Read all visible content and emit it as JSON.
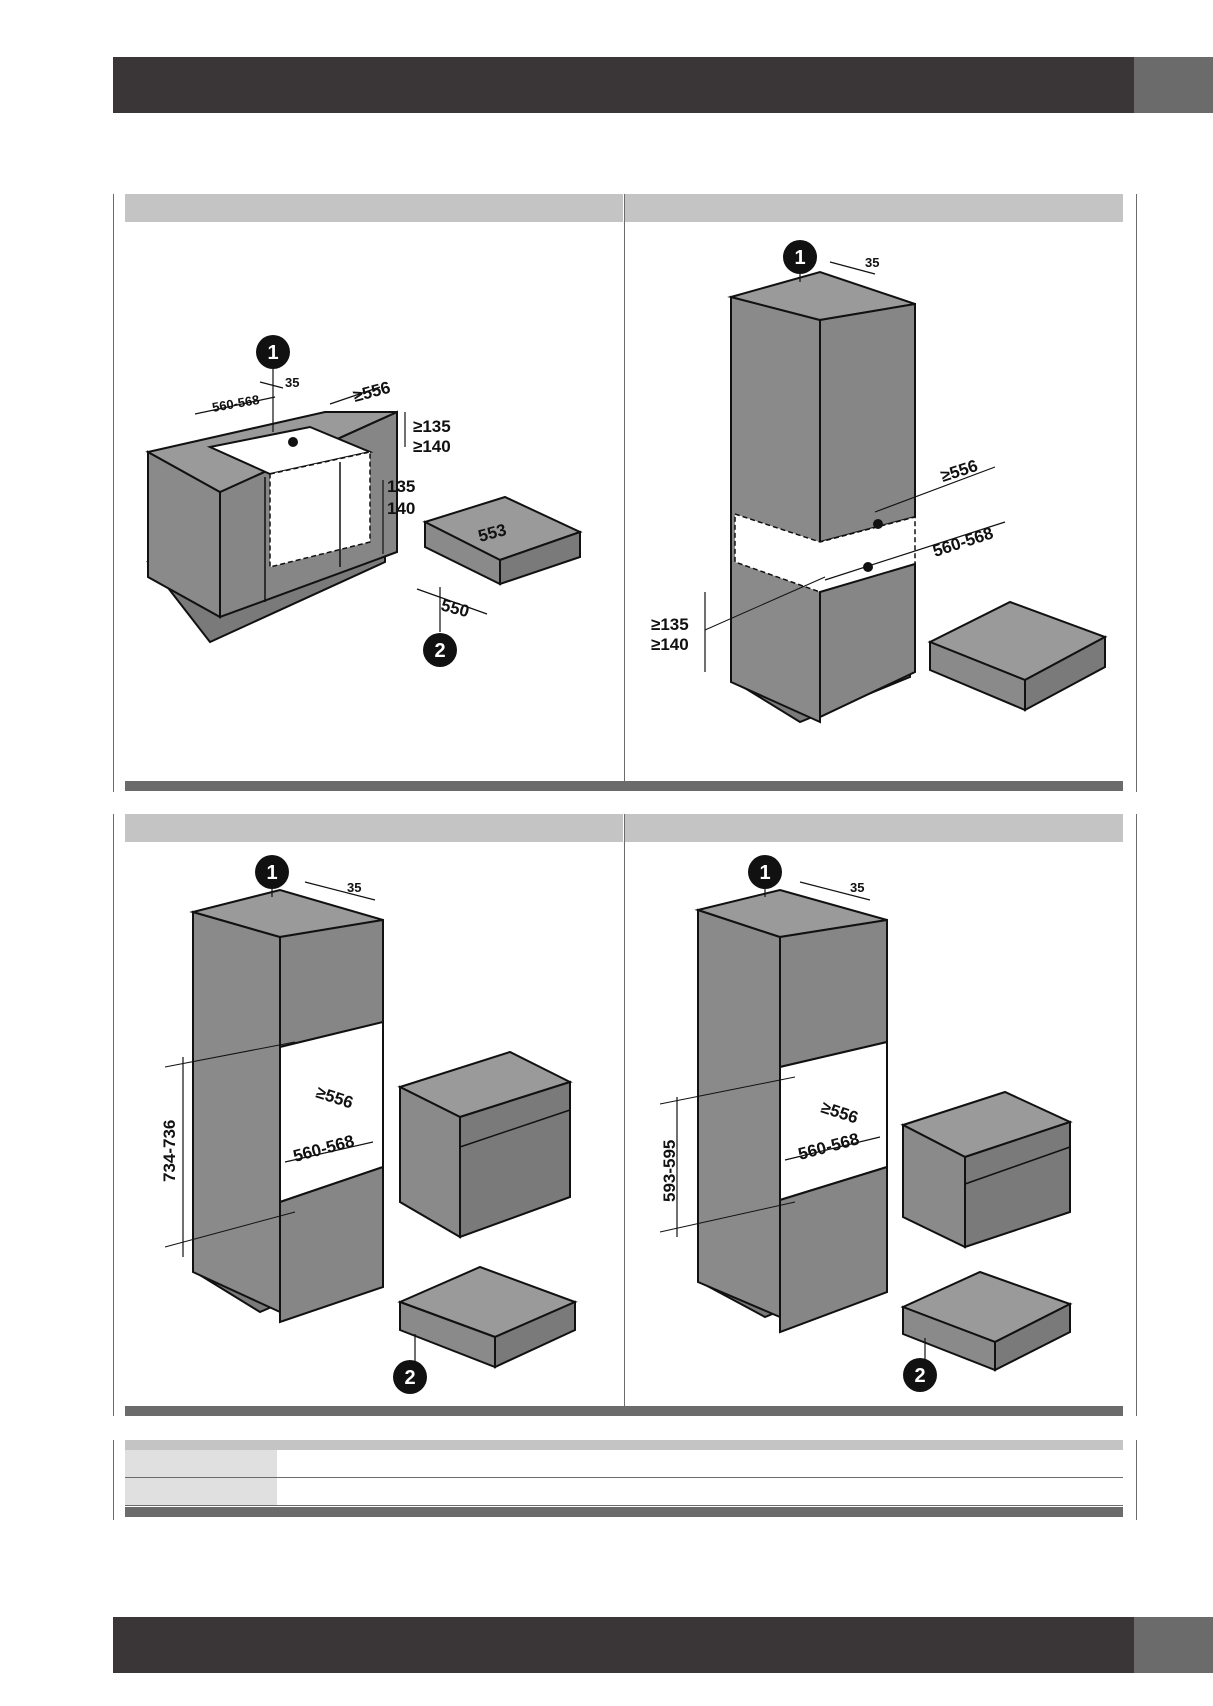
{
  "callouts": {
    "one": "1",
    "two": "2"
  },
  "figures": {
    "top_left": {
      "d35": "35",
      "d560_568": "560-568",
      "d556": "≥556",
      "d135": "≥135",
      "d140": "≥140",
      "h135": "135",
      "h140": "140",
      "d553": "553",
      "d550": "550"
    },
    "top_right": {
      "d35": "35",
      "d556": "≥556",
      "d560_568": "560-568",
      "d135": "≥135",
      "d140": "≥140"
    },
    "bottom_left": {
      "d35": "35",
      "d556": "≥556",
      "d560_568": "560-568",
      "d_height": "734-736"
    },
    "bottom_right": {
      "d35": "35",
      "d556": "≥556",
      "d560_568": "560-568",
      "d_height": "593-595"
    }
  },
  "colors": {
    "header_bar": "#3a3536",
    "header_tab": "#6b6b6b",
    "cell_head": "#c4c4c4",
    "cabinet_fill": "#8a8a8a",
    "cabinet_dark": "#6e6e6e"
  }
}
